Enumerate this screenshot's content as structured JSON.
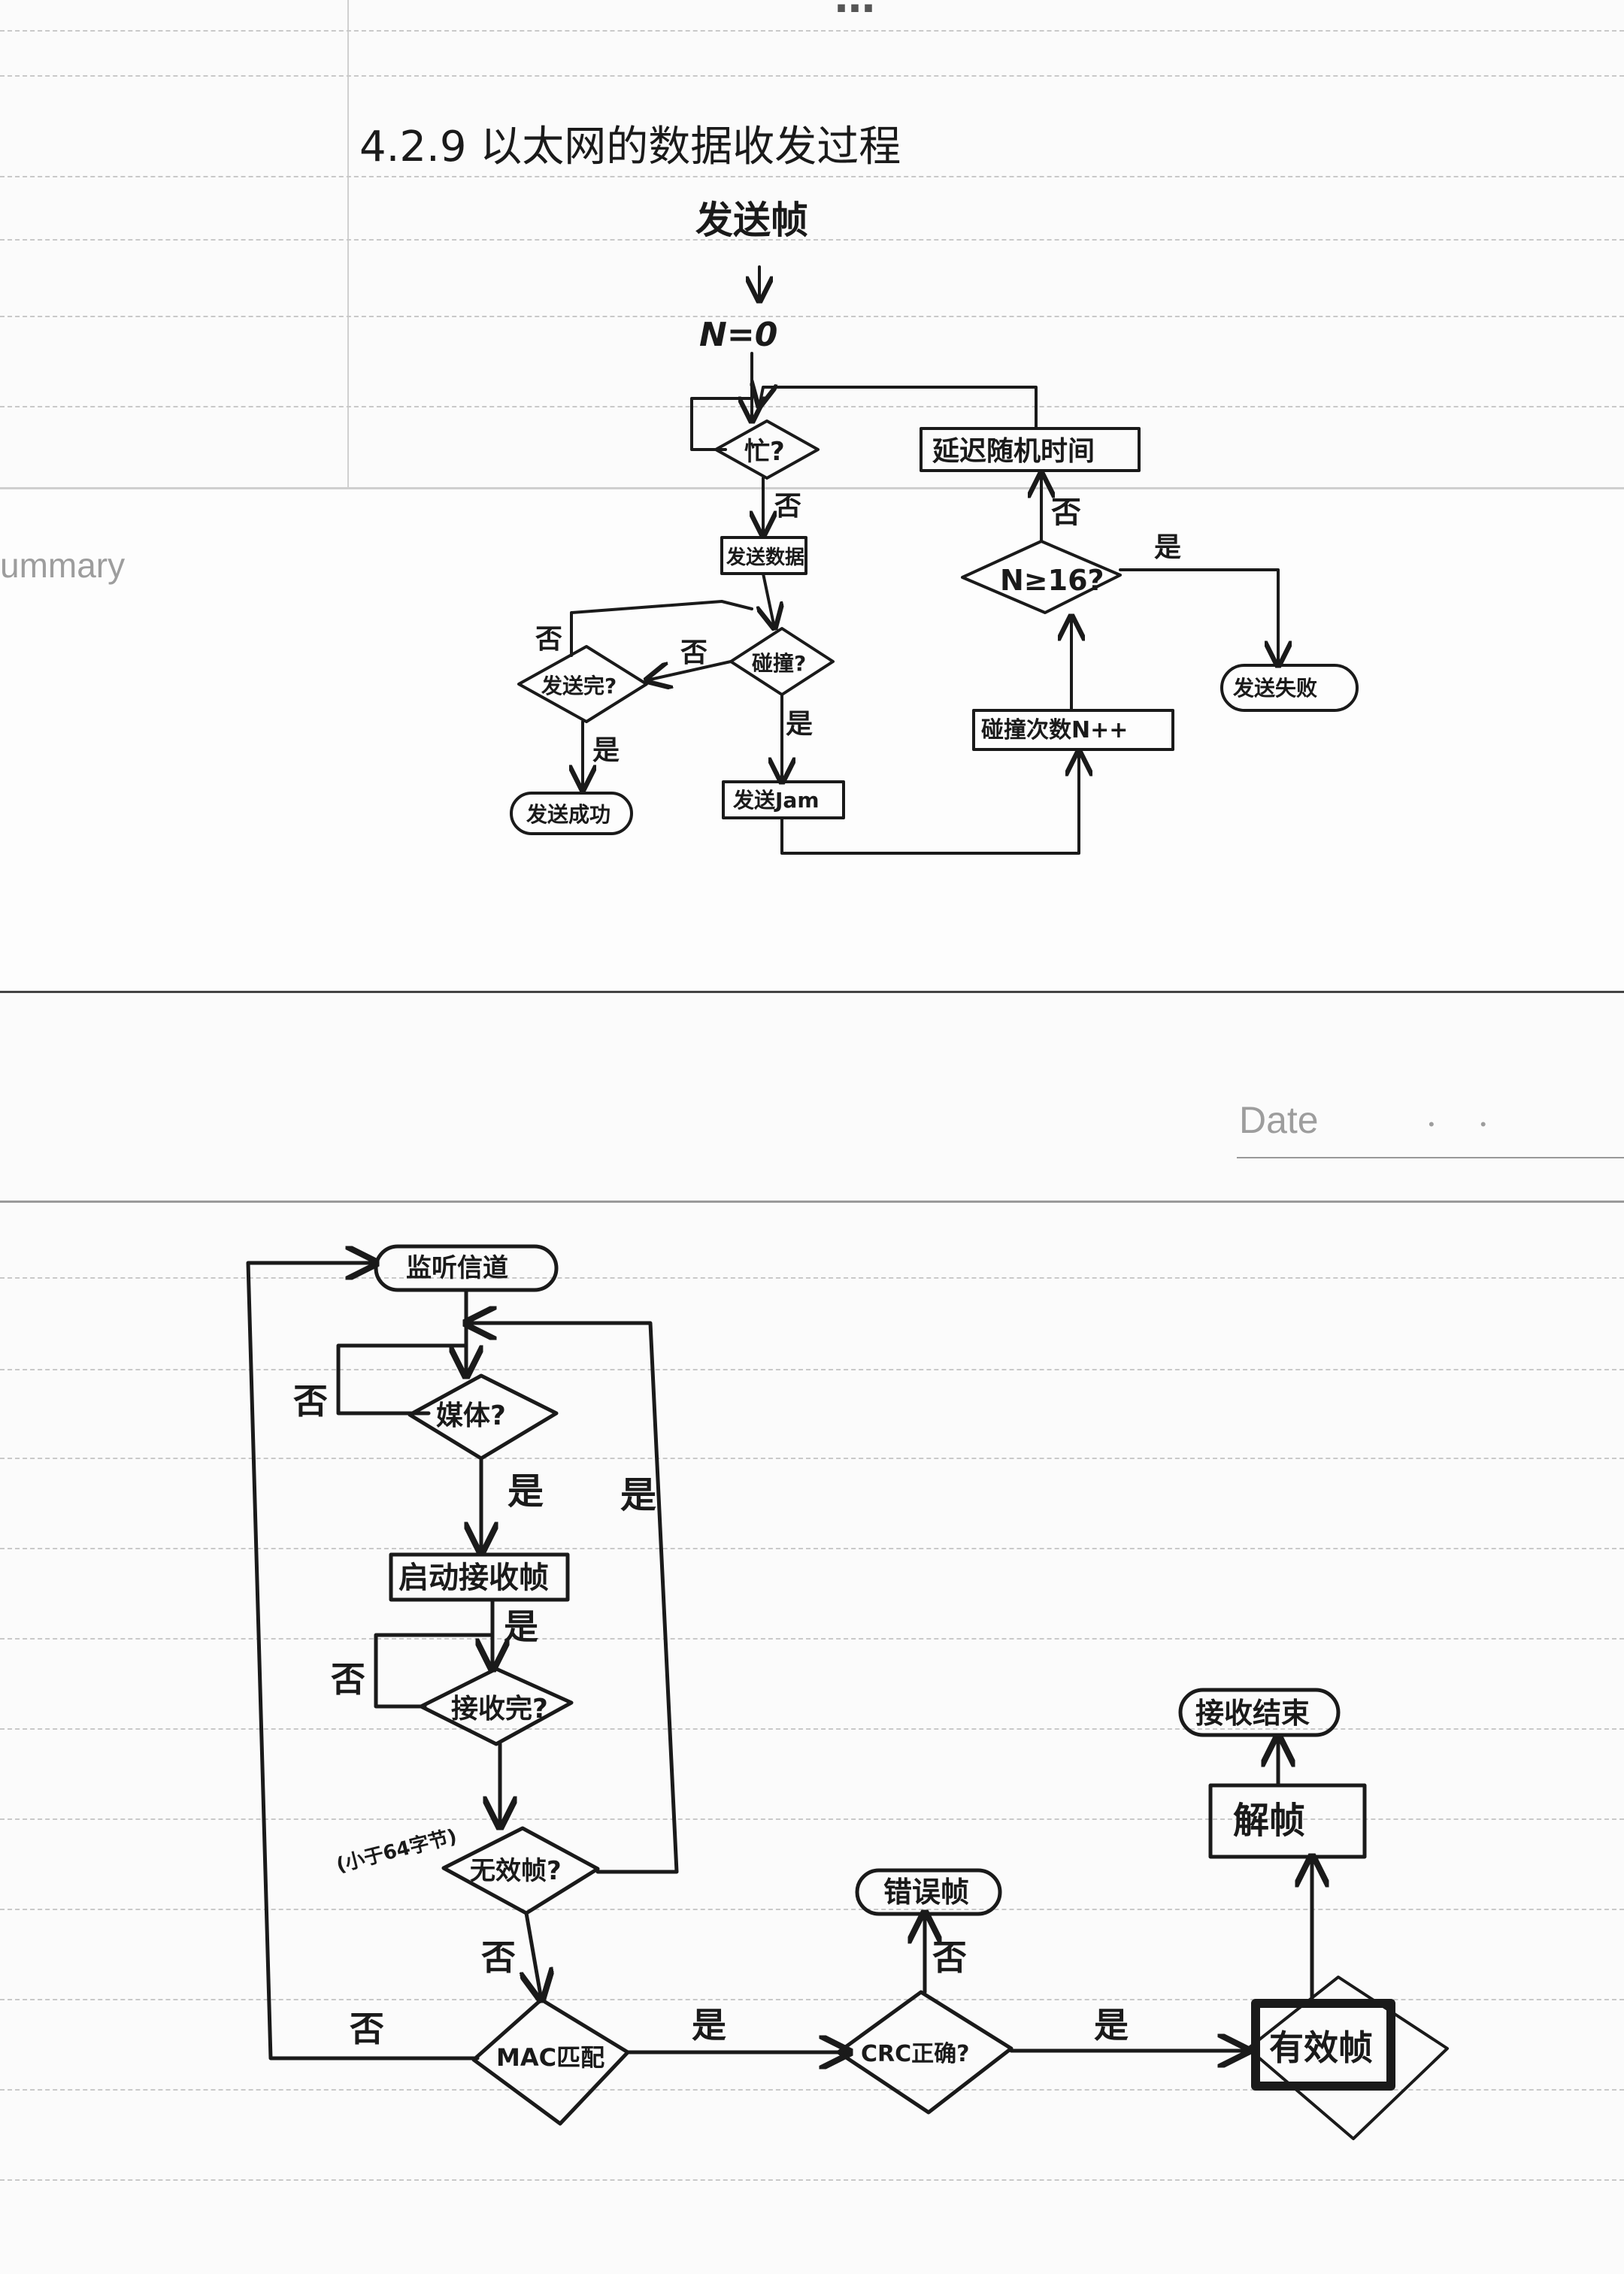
{
  "notebook": {
    "summary_label": "ummary",
    "date_label": "Date",
    "date_dots": "•          •"
  },
  "top_page": {
    "heading_partial": "…",
    "section_title": "4.2.9  以太网的数据收发过程"
  },
  "send_flow": {
    "start": "发送帧",
    "init": "N=0",
    "busy": "忙?",
    "send_data": "发送数据",
    "collision": "碰撞?",
    "send_done": "发送完?",
    "send_success": "发送成功",
    "send_jam": "发送Jam",
    "collision_count": "碰撞次数N++",
    "n_check": "N≥16?",
    "send_fail": "发送失败",
    "delay": "延迟随机时间",
    "yes": "是",
    "no": "否"
  },
  "receive_flow": {
    "listen": "监听信道",
    "medium": "媒体?",
    "start_receive": "启动接收帧",
    "receive_done": "接收完?",
    "note_short": "(小于64字节)",
    "invalid_frame": "无效帧?",
    "mac_check": "MAC匹配",
    "crc_check": "CRC正确?",
    "error_frame": "错误帧",
    "valid_frame": "有效帧",
    "decode_frame": "解帧",
    "receive_end": "接收结束",
    "yes": "是",
    "no": "否"
  }
}
